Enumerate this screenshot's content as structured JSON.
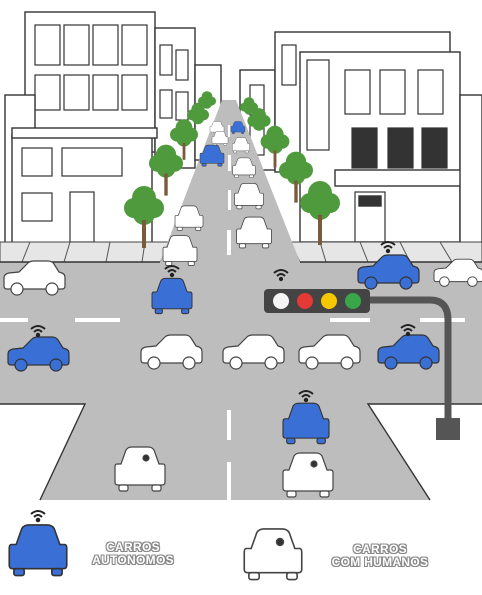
{
  "legend": {
    "autonomous_line1": "CARROS",
    "autonomous_line2": "AUTONOMOS",
    "human_line1": "CARROS",
    "human_line2": "COM HUMANOS"
  },
  "colors": {
    "autonomous_car": "#3a6fd6",
    "human_car": "#ffffff",
    "road": "#bdbdbd",
    "sidewalk": "#e6e6e6",
    "tree": "#4f9a3c",
    "light_red": "#e53935",
    "light_yellow": "#f6c800",
    "light_green": "#3aa64a",
    "light_white": "#f5f5f5"
  },
  "icons": [
    "wifi-signal-icon",
    "car-icon",
    "traffic-light-icon",
    "tree-icon",
    "building-icon"
  ]
}
